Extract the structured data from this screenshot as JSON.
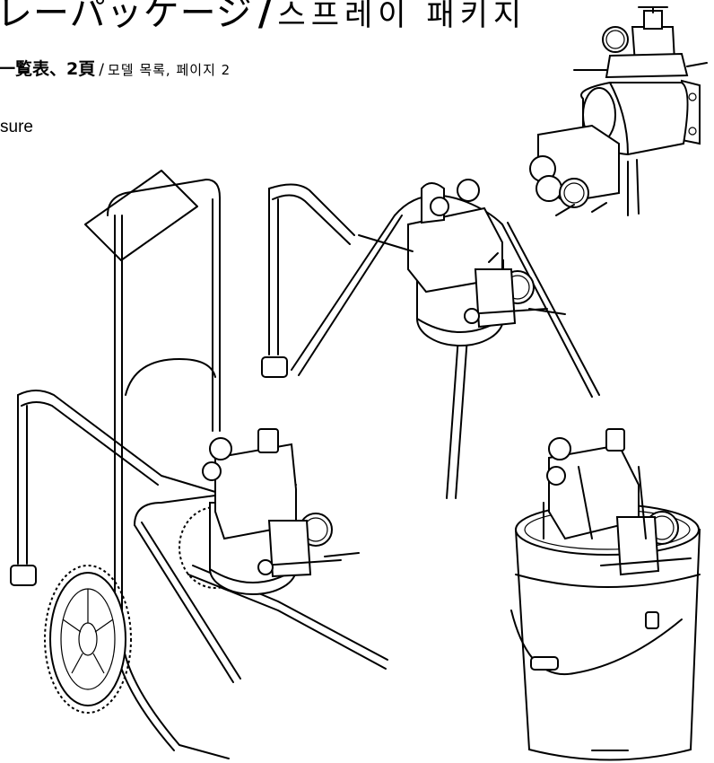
{
  "heading": {
    "title_ja": "レーパッケージ",
    "separator": "/",
    "title_ko": "스프레이 패키지"
  },
  "subheading": {
    "list_ja": "一覧表、2頁",
    "separator": "/",
    "list_ko": "모델 목록, 페이지 2"
  },
  "body": {
    "pressure_text": "sure"
  }
}
